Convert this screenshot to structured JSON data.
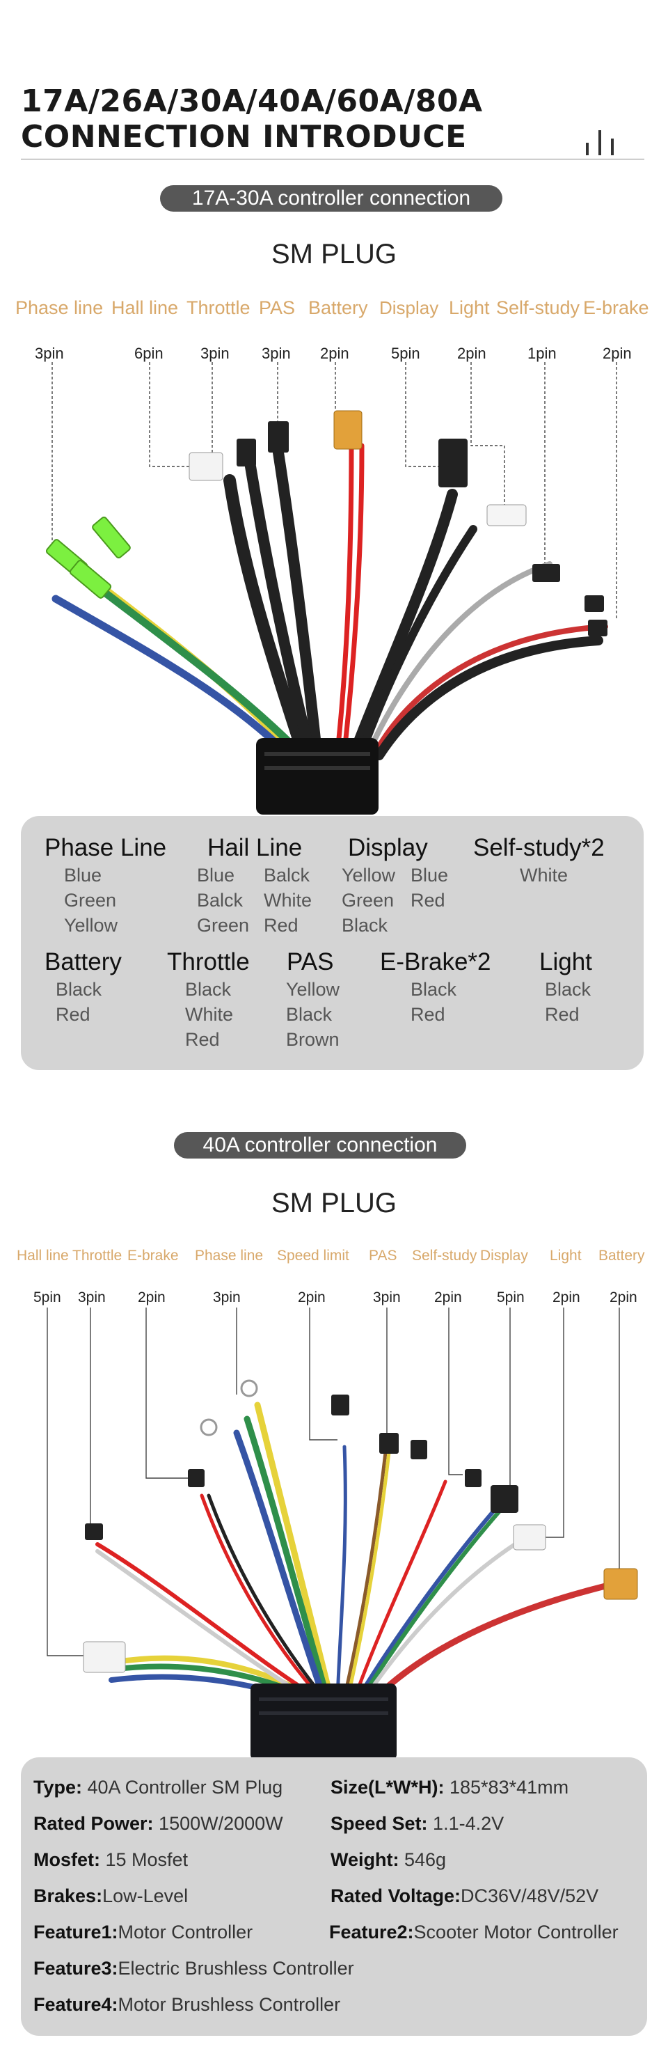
{
  "header": {
    "title_line1": "17A/26A/30A/40A/60A/80A",
    "title_line2": "CONNECTION INTRODUCE"
  },
  "section1": {
    "pill": "17A-30A controller connection",
    "plug": "SM PLUG",
    "wire_labels": [
      "Phase line",
      "Hall line",
      "Throttle",
      "PAS",
      "Battery",
      "Display",
      "Light",
      "Self-study",
      "E-brake"
    ],
    "pins": [
      "3pin",
      "6pin",
      "3pin",
      "3pin",
      "2pin",
      "5pin",
      "2pin",
      "1pin",
      "2pin"
    ],
    "groups_row1": [
      {
        "title": "Phase Line",
        "colors": [
          "Blue",
          "Green",
          "Yellow"
        ]
      },
      {
        "title": "Hail Line",
        "colors_a": [
          "Blue",
          "Balck",
          "Green"
        ],
        "colors_b": [
          "Balck",
          "White",
          "Red"
        ]
      },
      {
        "title": "Display",
        "colors_a": [
          "Yellow",
          "Green",
          "Black"
        ],
        "colors_b": [
          "Blue",
          "Red"
        ]
      },
      {
        "title": "Self-study*2",
        "colors": [
          "White"
        ]
      }
    ],
    "groups_row2": [
      {
        "title": "Battery",
        "colors": [
          "Black",
          "Red"
        ]
      },
      {
        "title": "Throttle",
        "colors": [
          "Black",
          "White",
          "Red"
        ]
      },
      {
        "title": "PAS",
        "colors": [
          "Yellow",
          "Black",
          "Brown"
        ]
      },
      {
        "title": "E-Brake*2",
        "colors": [
          "Black",
          "Red"
        ]
      },
      {
        "title": "Light",
        "colors": [
          "Black",
          "Red"
        ]
      }
    ]
  },
  "section2": {
    "pill": "40A controller connection",
    "plug": "SM PLUG",
    "wire_labels": [
      "Hall line",
      "Throttle",
      "E-brake",
      "Phase line",
      "Speed limit",
      "PAS",
      "Self-study",
      "Display",
      "Light",
      "Battery"
    ],
    "pins": [
      "5pin",
      "3pin",
      "2pin",
      "3pin",
      "2pin",
      "3pin",
      "2pin",
      "5pin",
      "2pin",
      "2pin"
    ],
    "specs": [
      {
        "key": "Type:",
        "value": " 40A Controller SM Plug"
      },
      {
        "key": "Size(L*W*H):",
        "value": " 185*83*41mm"
      },
      {
        "key": "Rated Power:",
        "value": " 1500W/2000W"
      },
      {
        "key": "Speed Set:",
        "value": " 1.1-4.2V"
      },
      {
        "key": "Mosfet:",
        "value": " 15 Mosfet"
      },
      {
        "key": "Weight:",
        "value": " 546g"
      },
      {
        "key": "Brakes:",
        "value": "Low-Level"
      },
      {
        "key": "Rated Voltage:",
        "value": "DC36V/48V/52V"
      },
      {
        "key": "Feature1:",
        "value": "Motor Controller"
      },
      {
        "key": "Feature2:",
        "value": "Scooter Motor Controller"
      },
      {
        "key": "Feature3:",
        "value": "Electric Brushless Controller"
      },
      {
        "key": "Feature4:",
        "value": "Motor Brushless Controller"
      }
    ]
  },
  "colors": {
    "accent_label": "#d8a86a",
    "pill_bg": "#575757",
    "panel_bg": "#d4d4d4"
  }
}
